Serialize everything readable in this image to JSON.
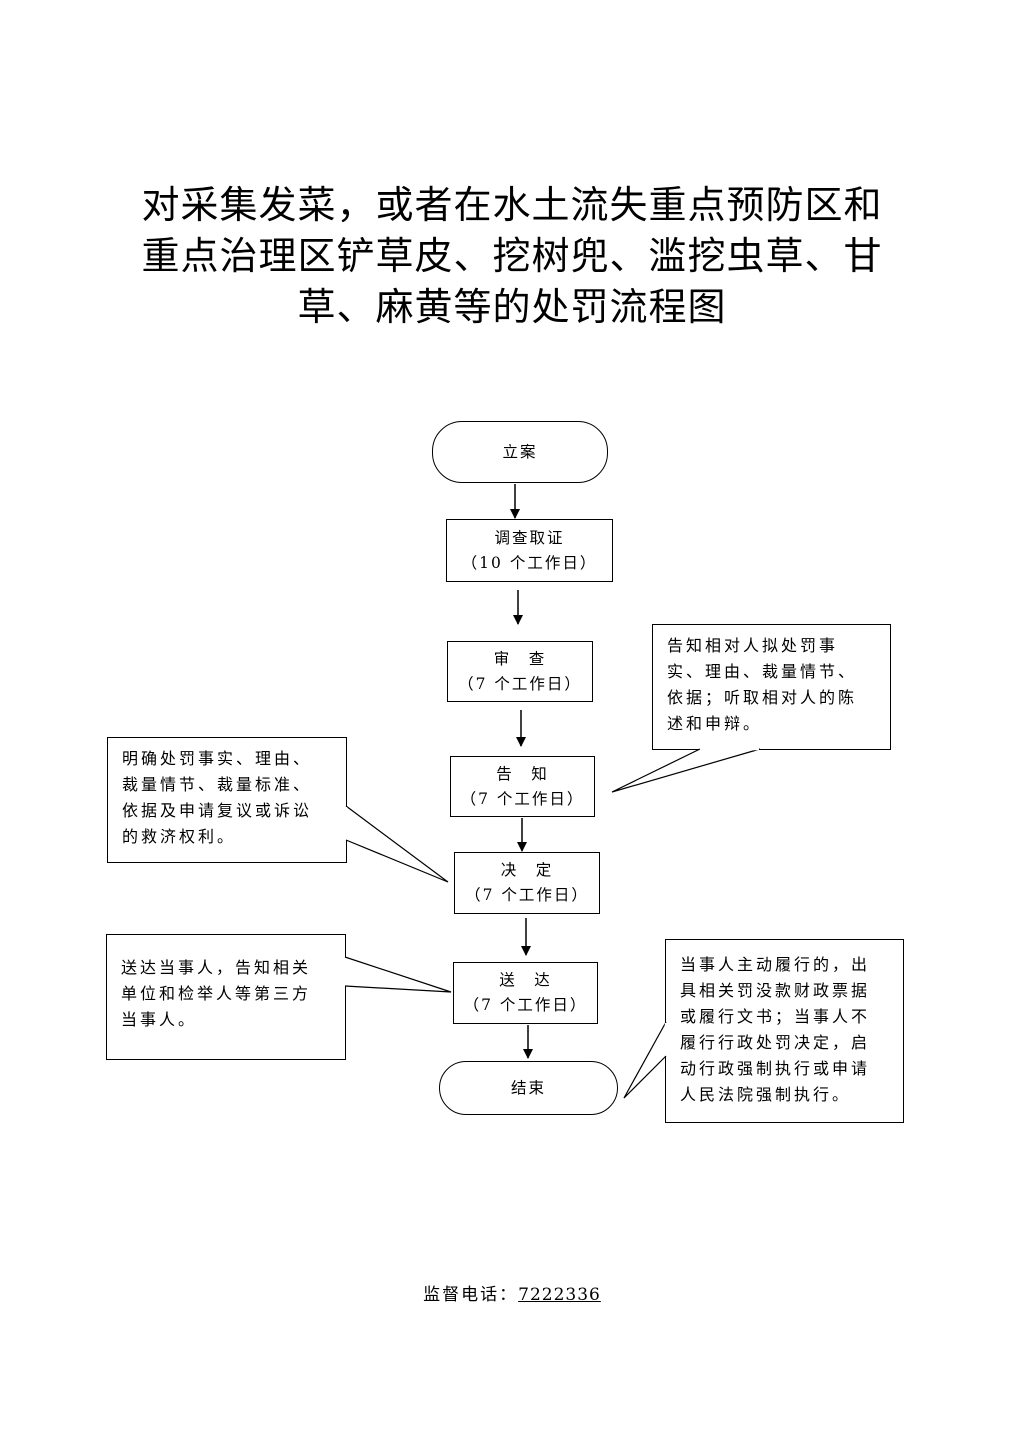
{
  "title": {
    "line1": "对采集发菜，或者在水土流失重点预防区和",
    "line2": "重点治理区铲草皮、挖树兜、滥挖虫草、甘",
    "line3": "草、麻黄等的处罚流程图"
  },
  "flow": {
    "start": "立案",
    "investigate": {
      "label": "调查取证",
      "days": "（10 个工作日）"
    },
    "review": {
      "label": "审　查",
      "days": "（7 个工作日）"
    },
    "notify": {
      "label": "告　知",
      "days": "（7 个工作日）"
    },
    "decide": {
      "label": "决　定",
      "days": "（7 个工作日）"
    },
    "deliver": {
      "label": "送　达",
      "days": "（7 个工作日）"
    },
    "end": "结束"
  },
  "notes": {
    "notify_right": [
      "告知相对人拟处罚事",
      "实、理由、裁量情节、",
      "依据；听取相对人的陈",
      "述和申辩。"
    ],
    "decide_left": [
      "明确处罚事实、理由、",
      "裁量情节、裁量标准、",
      "依据及申请复议或诉讼",
      "的救济权利。"
    ],
    "deliver_left": [
      "送达当事人，告知相关",
      "单位和检举人等第三方",
      "当事人。"
    ],
    "end_right": [
      "当事人主动履行的，出",
      "具相关罚没款财政票据",
      "或履行文书；当事人不",
      "履行行政处罚决定，启",
      "动行政强制执行或申请",
      "人民法院强制执行。"
    ]
  },
  "footer": {
    "label": "监督电话：",
    "phone": "7222336"
  }
}
